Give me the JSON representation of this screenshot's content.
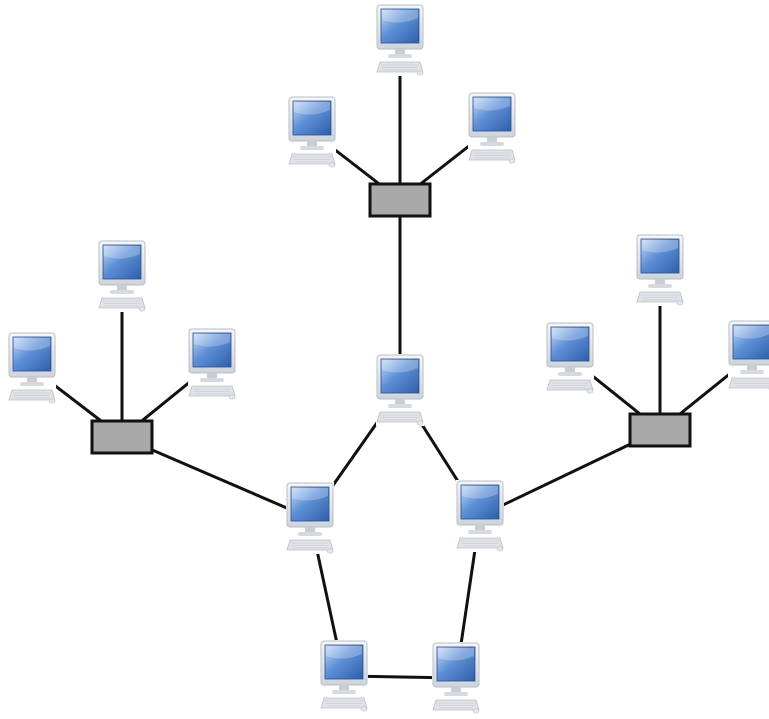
{
  "diagram": {
    "type": "hybrid-network-topology",
    "style": {
      "line_color": "#111111",
      "hub_fill": "#a9a9a9",
      "hub_stroke": "#111111",
      "monitor_frame": "#e6e9ee",
      "screen_light": "#b9d0f2",
      "screen_dark": "#3e73bf",
      "keyboard": "#dfe2e7"
    },
    "nodes": [
      {
        "id": "pc-top",
        "kind": "computer"
      },
      {
        "id": "pc-top-left",
        "kind": "computer"
      },
      {
        "id": "pc-top-right",
        "kind": "computer"
      },
      {
        "id": "hub-top",
        "kind": "hub"
      },
      {
        "id": "pc-left-top",
        "kind": "computer"
      },
      {
        "id": "pc-left-left",
        "kind": "computer"
      },
      {
        "id": "pc-left-right",
        "kind": "computer"
      },
      {
        "id": "hub-left",
        "kind": "hub"
      },
      {
        "id": "pc-right-top",
        "kind": "computer"
      },
      {
        "id": "pc-right-left",
        "kind": "computer"
      },
      {
        "id": "pc-right-right",
        "kind": "computer"
      },
      {
        "id": "hub-right",
        "kind": "hub"
      },
      {
        "id": "pc-center",
        "kind": "computer"
      },
      {
        "id": "pc-ring-left",
        "kind": "computer"
      },
      {
        "id": "pc-ring-right",
        "kind": "computer"
      },
      {
        "id": "pc-ring-bottom-left",
        "kind": "computer"
      },
      {
        "id": "pc-ring-bottom-right",
        "kind": "computer"
      }
    ],
    "links": [
      [
        "hub-top",
        "pc-top"
      ],
      [
        "hub-top",
        "pc-top-left"
      ],
      [
        "hub-top",
        "pc-top-right"
      ],
      [
        "hub-top",
        "pc-center"
      ],
      [
        "hub-left",
        "pc-left-top"
      ],
      [
        "hub-left",
        "pc-left-left"
      ],
      [
        "hub-left",
        "pc-left-right"
      ],
      [
        "hub-left",
        "pc-ring-left"
      ],
      [
        "hub-right",
        "pc-right-top"
      ],
      [
        "hub-right",
        "pc-right-left"
      ],
      [
        "hub-right",
        "pc-right-right"
      ],
      [
        "hub-right",
        "pc-ring-right"
      ],
      [
        "pc-center",
        "pc-ring-left"
      ],
      [
        "pc-center",
        "pc-ring-right"
      ],
      [
        "pc-ring-left",
        "pc-ring-bottom-left"
      ],
      [
        "pc-ring-right",
        "pc-ring-bottom-right"
      ],
      [
        "pc-ring-bottom-left",
        "pc-ring-bottom-right"
      ]
    ]
  }
}
